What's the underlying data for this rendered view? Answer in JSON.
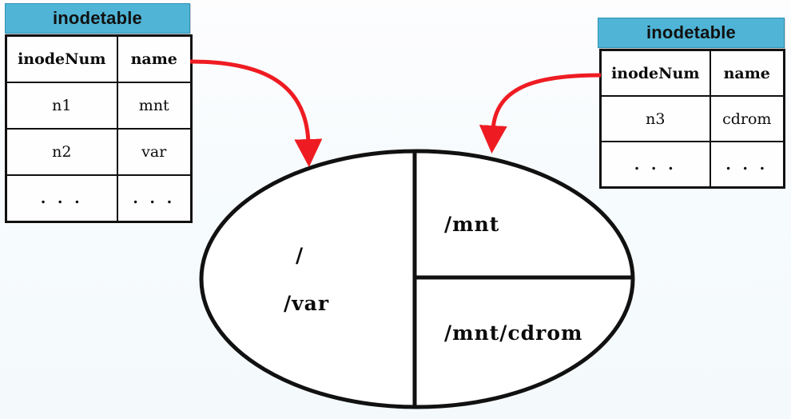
{
  "diagram": {
    "title_hidden": "",
    "colors": {
      "background": "#f8fbfd",
      "table_header": "#4fb4d6",
      "table_header_border": "#2f93b5",
      "outline": "#111111",
      "arrow": "#ee1c22"
    }
  },
  "left_table": {
    "caption": "inodetable",
    "columns": [
      "inodeNum",
      "name"
    ],
    "rows": [
      {
        "inodeNum": "n1",
        "name": "mnt"
      },
      {
        "inodeNum": "n2",
        "name": "var"
      },
      {
        "inodeNum": ". . .",
        "name": ". . ."
      }
    ]
  },
  "right_table": {
    "caption": "inodetable",
    "columns": [
      "inodeNum",
      "name"
    ],
    "rows": [
      {
        "inodeNum": "n3",
        "name": "cdrom"
      },
      {
        "inodeNum": ". . .",
        "name": ". . ."
      }
    ]
  },
  "disk_ellipse": {
    "partitions": [
      {
        "id": "left-half",
        "labels": [
          "/",
          "/var"
        ]
      },
      {
        "id": "right-top",
        "labels": [
          "/mnt"
        ]
      },
      {
        "id": "right-bottom",
        "labels": [
          "/mnt/cdrom"
        ]
      }
    ],
    "label_root": "/",
    "label_var": "/var",
    "label_mnt": "/mnt",
    "label_mnt_cdrom": "/mnt/cdrom"
  },
  "arrows": [
    {
      "id": "arrow-left-table-to-root-partition",
      "from": "left_table.name_header",
      "to": "disk_ellipse.left-half"
    },
    {
      "id": "arrow-right-table-to-mnt-partition",
      "from": "right_table.inodeNum_header",
      "to": "disk_ellipse.right-top"
    }
  ]
}
